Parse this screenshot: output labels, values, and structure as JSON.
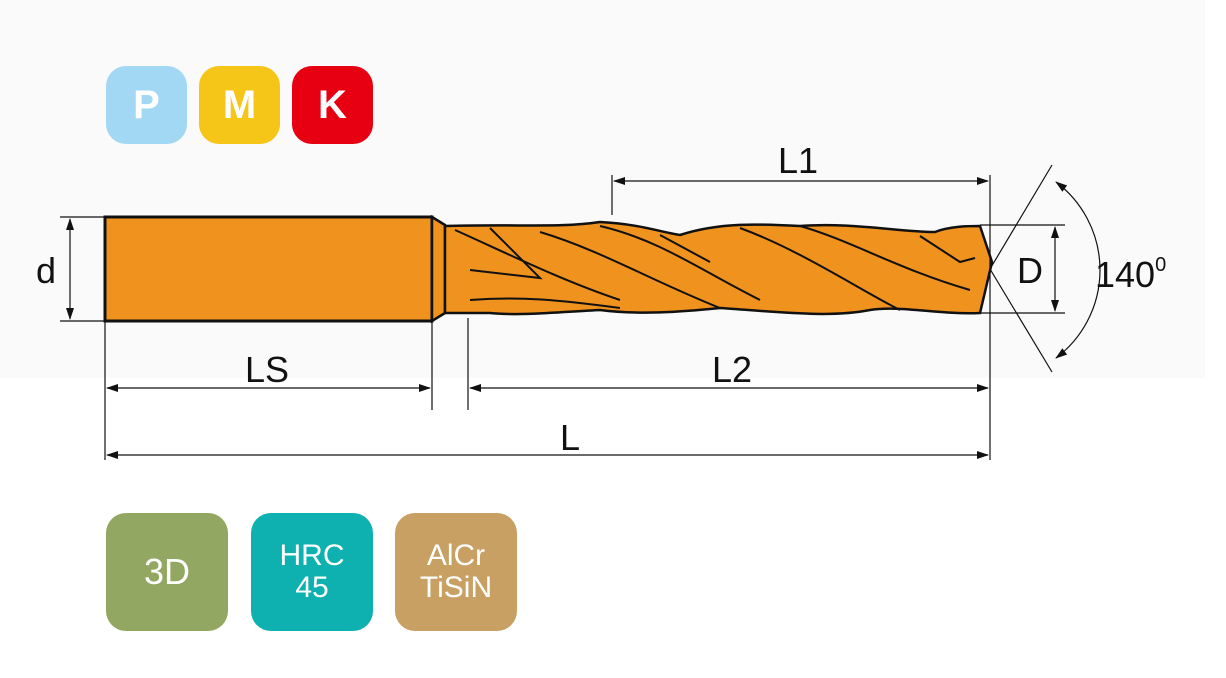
{
  "materials": [
    {
      "label": "P",
      "color": "#a3d8f4"
    },
    {
      "label": "M",
      "color": "#f5c518"
    },
    {
      "label": "K",
      "color": "#e60012"
    }
  ],
  "dimensions": {
    "shank_diameter": "d",
    "shank_length": "LS",
    "flute_length": "L1",
    "body_length": "L2",
    "overall_length": "L",
    "cutting_diameter": "D",
    "point_angle": "140",
    "point_angle_sup": "0"
  },
  "properties": [
    {
      "line1": "3D",
      "line2": "",
      "color": "#92a862"
    },
    {
      "line1": "HRC",
      "line2": "45",
      "color": "#0eb1b0"
    },
    {
      "line1": "AlCr",
      "line2": "TiSiN",
      "color": "#c9a063"
    }
  ],
  "tool_color": "#f0921e"
}
